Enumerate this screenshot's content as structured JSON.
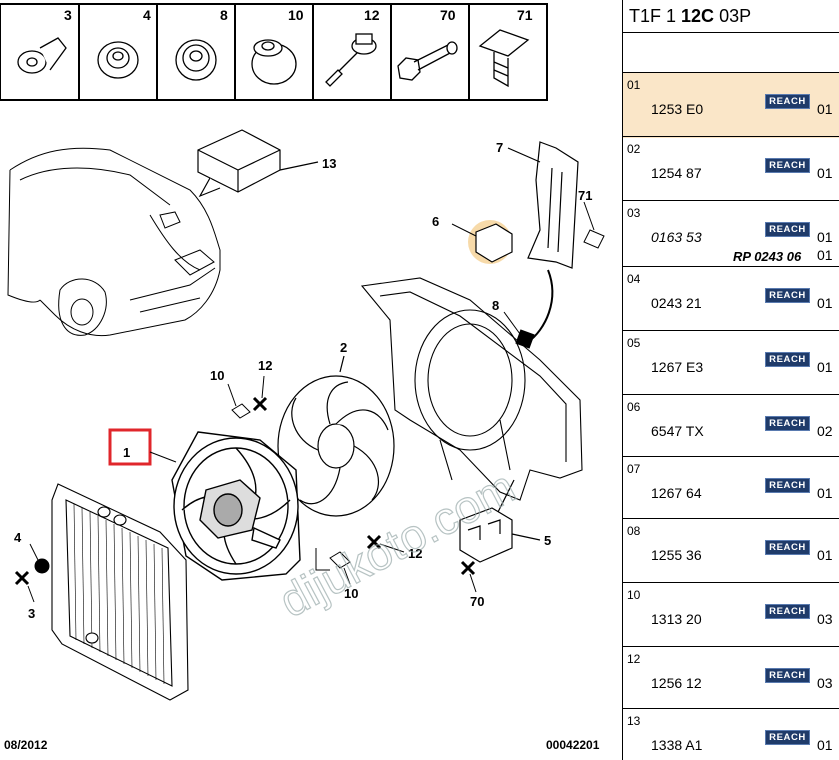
{
  "diagram": {
    "header_parts": [
      "3",
      "4",
      "8",
      "10",
      "12",
      "70",
      "71"
    ],
    "callouts": [
      "13",
      "7",
      "71",
      "6",
      "8",
      "2",
      "12",
      "10",
      "1",
      "4",
      "3",
      "5",
      "12",
      "10",
      "70"
    ],
    "watermark": "dijukoto.com",
    "date": "08/2012",
    "sheet": "00042201"
  },
  "panel": {
    "title_prefix": "T1F 1",
    "title_bold": "12C",
    "title_suffix": "03P",
    "badge_label": "REACH",
    "rows": [
      {
        "num": "01",
        "ref": "1253 E0",
        "qty": "01",
        "selected": true
      },
      {
        "num": "02",
        "ref": "1254 87",
        "qty": "01"
      },
      {
        "num": "03",
        "ref": "0163 53",
        "qty": "01",
        "qty2": "01",
        "ref2": "RP 0243 06"
      },
      {
        "num": "04",
        "ref": "0243 21",
        "qty": "01"
      },
      {
        "num": "05",
        "ref": "1267 E3",
        "qty": "01"
      },
      {
        "num": "06",
        "ref": "6547 TX",
        "qty": "02"
      },
      {
        "num": "07",
        "ref": "1267 64",
        "qty": "01"
      },
      {
        "num": "08",
        "ref": "1255 36",
        "qty": "01"
      },
      {
        "num": "10",
        "ref": "1313 20",
        "qty": "03"
      },
      {
        "num": "12",
        "ref": "1256 12",
        "qty": "03"
      },
      {
        "num": "13",
        "ref": "1338 A1",
        "qty": "01"
      }
    ],
    "colors": {
      "selected": "#fae6c8",
      "badge": "#1f3b6a"
    }
  }
}
